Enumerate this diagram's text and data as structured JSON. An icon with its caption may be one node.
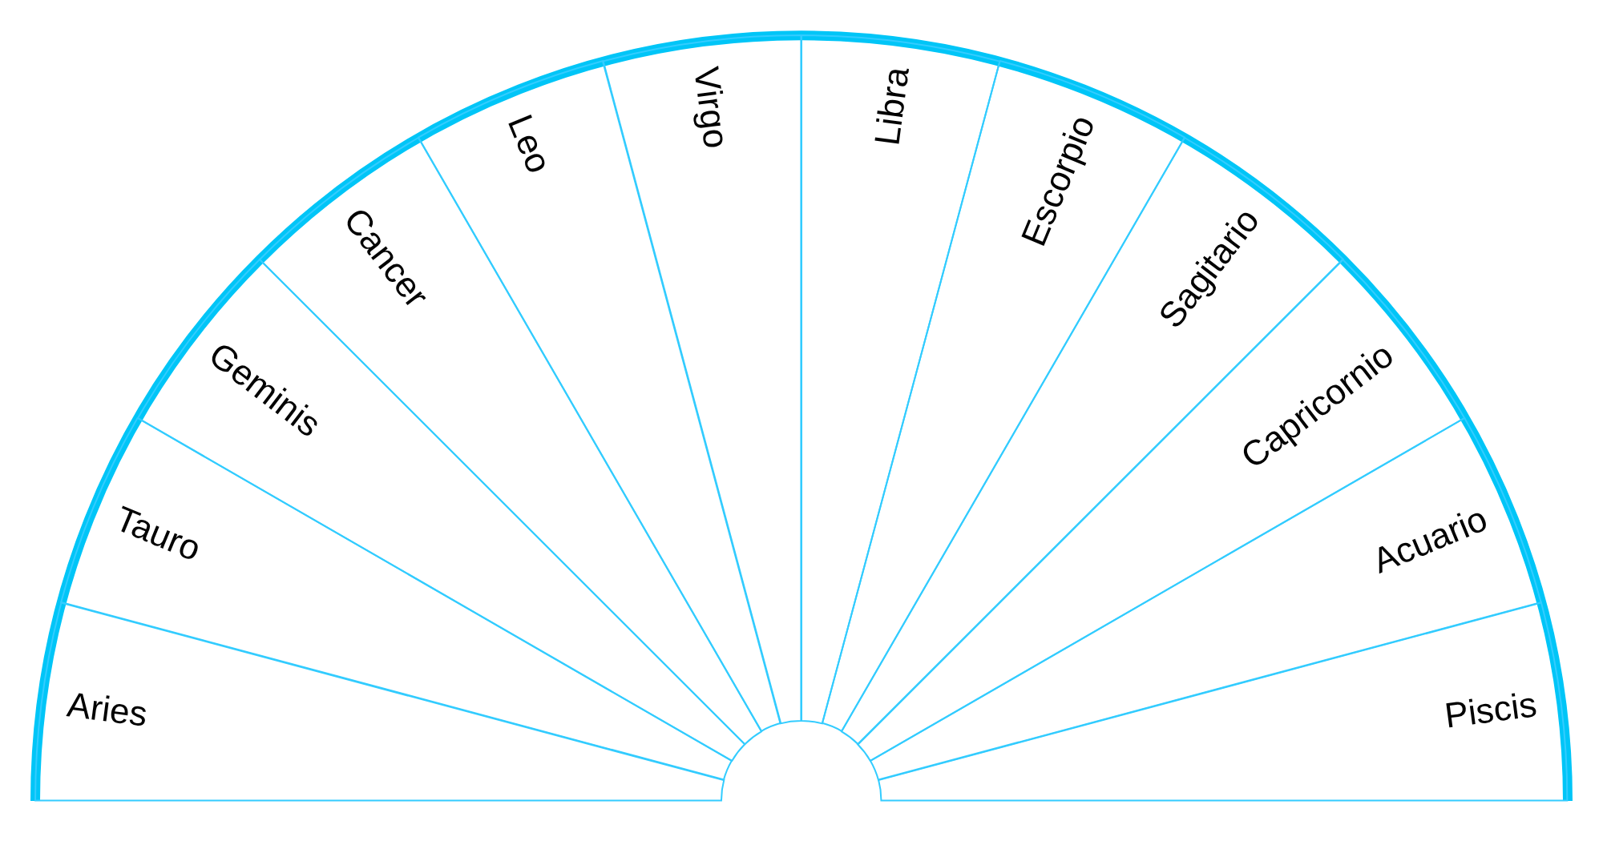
{
  "diagram": {
    "nodes": [
      {
        "text": [
          "Aries"
        ]
      },
      {
        "text": [
          "Tauro"
        ]
      },
      {
        "text": [
          "Geminis"
        ]
      },
      {
        "text": [
          "Cancer"
        ]
      },
      {
        "text": [
          "Leo"
        ]
      },
      {
        "text": [
          "Virgo"
        ]
      },
      {
        "text": [
          "Libra"
        ]
      },
      {
        "text": [
          "Escorpio"
        ]
      },
      {
        "text": [
          "Sagitario"
        ]
      },
      {
        "text": [
          "Capricornio"
        ]
      },
      {
        "text": [
          "Acuario"
        ]
      },
      {
        "text": [
          "Piscis"
        ]
      }
    ]
  }
}
